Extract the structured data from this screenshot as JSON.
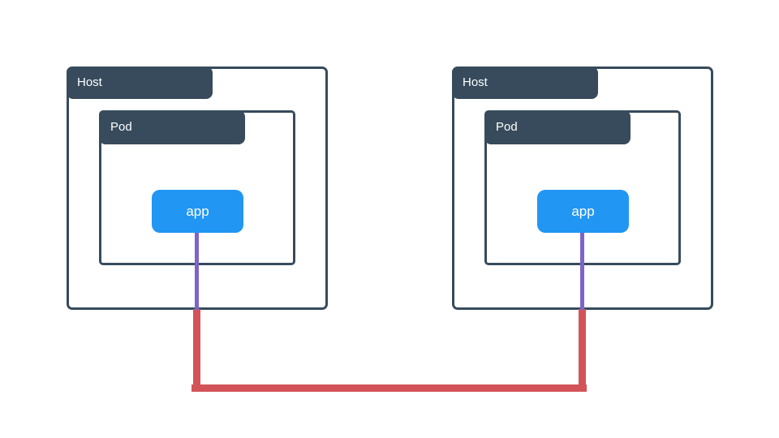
{
  "colors": {
    "background": "#ffffff",
    "frame": "#374b5c",
    "app_fill": "#2196f3",
    "connector_app": "#7e64c6",
    "connector_link": "#d25459",
    "label_text": "#ffffff"
  },
  "hosts": [
    {
      "label": "Host",
      "pod": {
        "label": "Pod",
        "app": {
          "label": "app"
        }
      }
    },
    {
      "label": "Host",
      "pod": {
        "label": "Pod",
        "app": {
          "label": "app"
        }
      }
    }
  ],
  "connections": [
    {
      "from": "app (host 1)",
      "to": "app (host 2)",
      "shape": "elbow",
      "color": "#d25459"
    }
  ]
}
